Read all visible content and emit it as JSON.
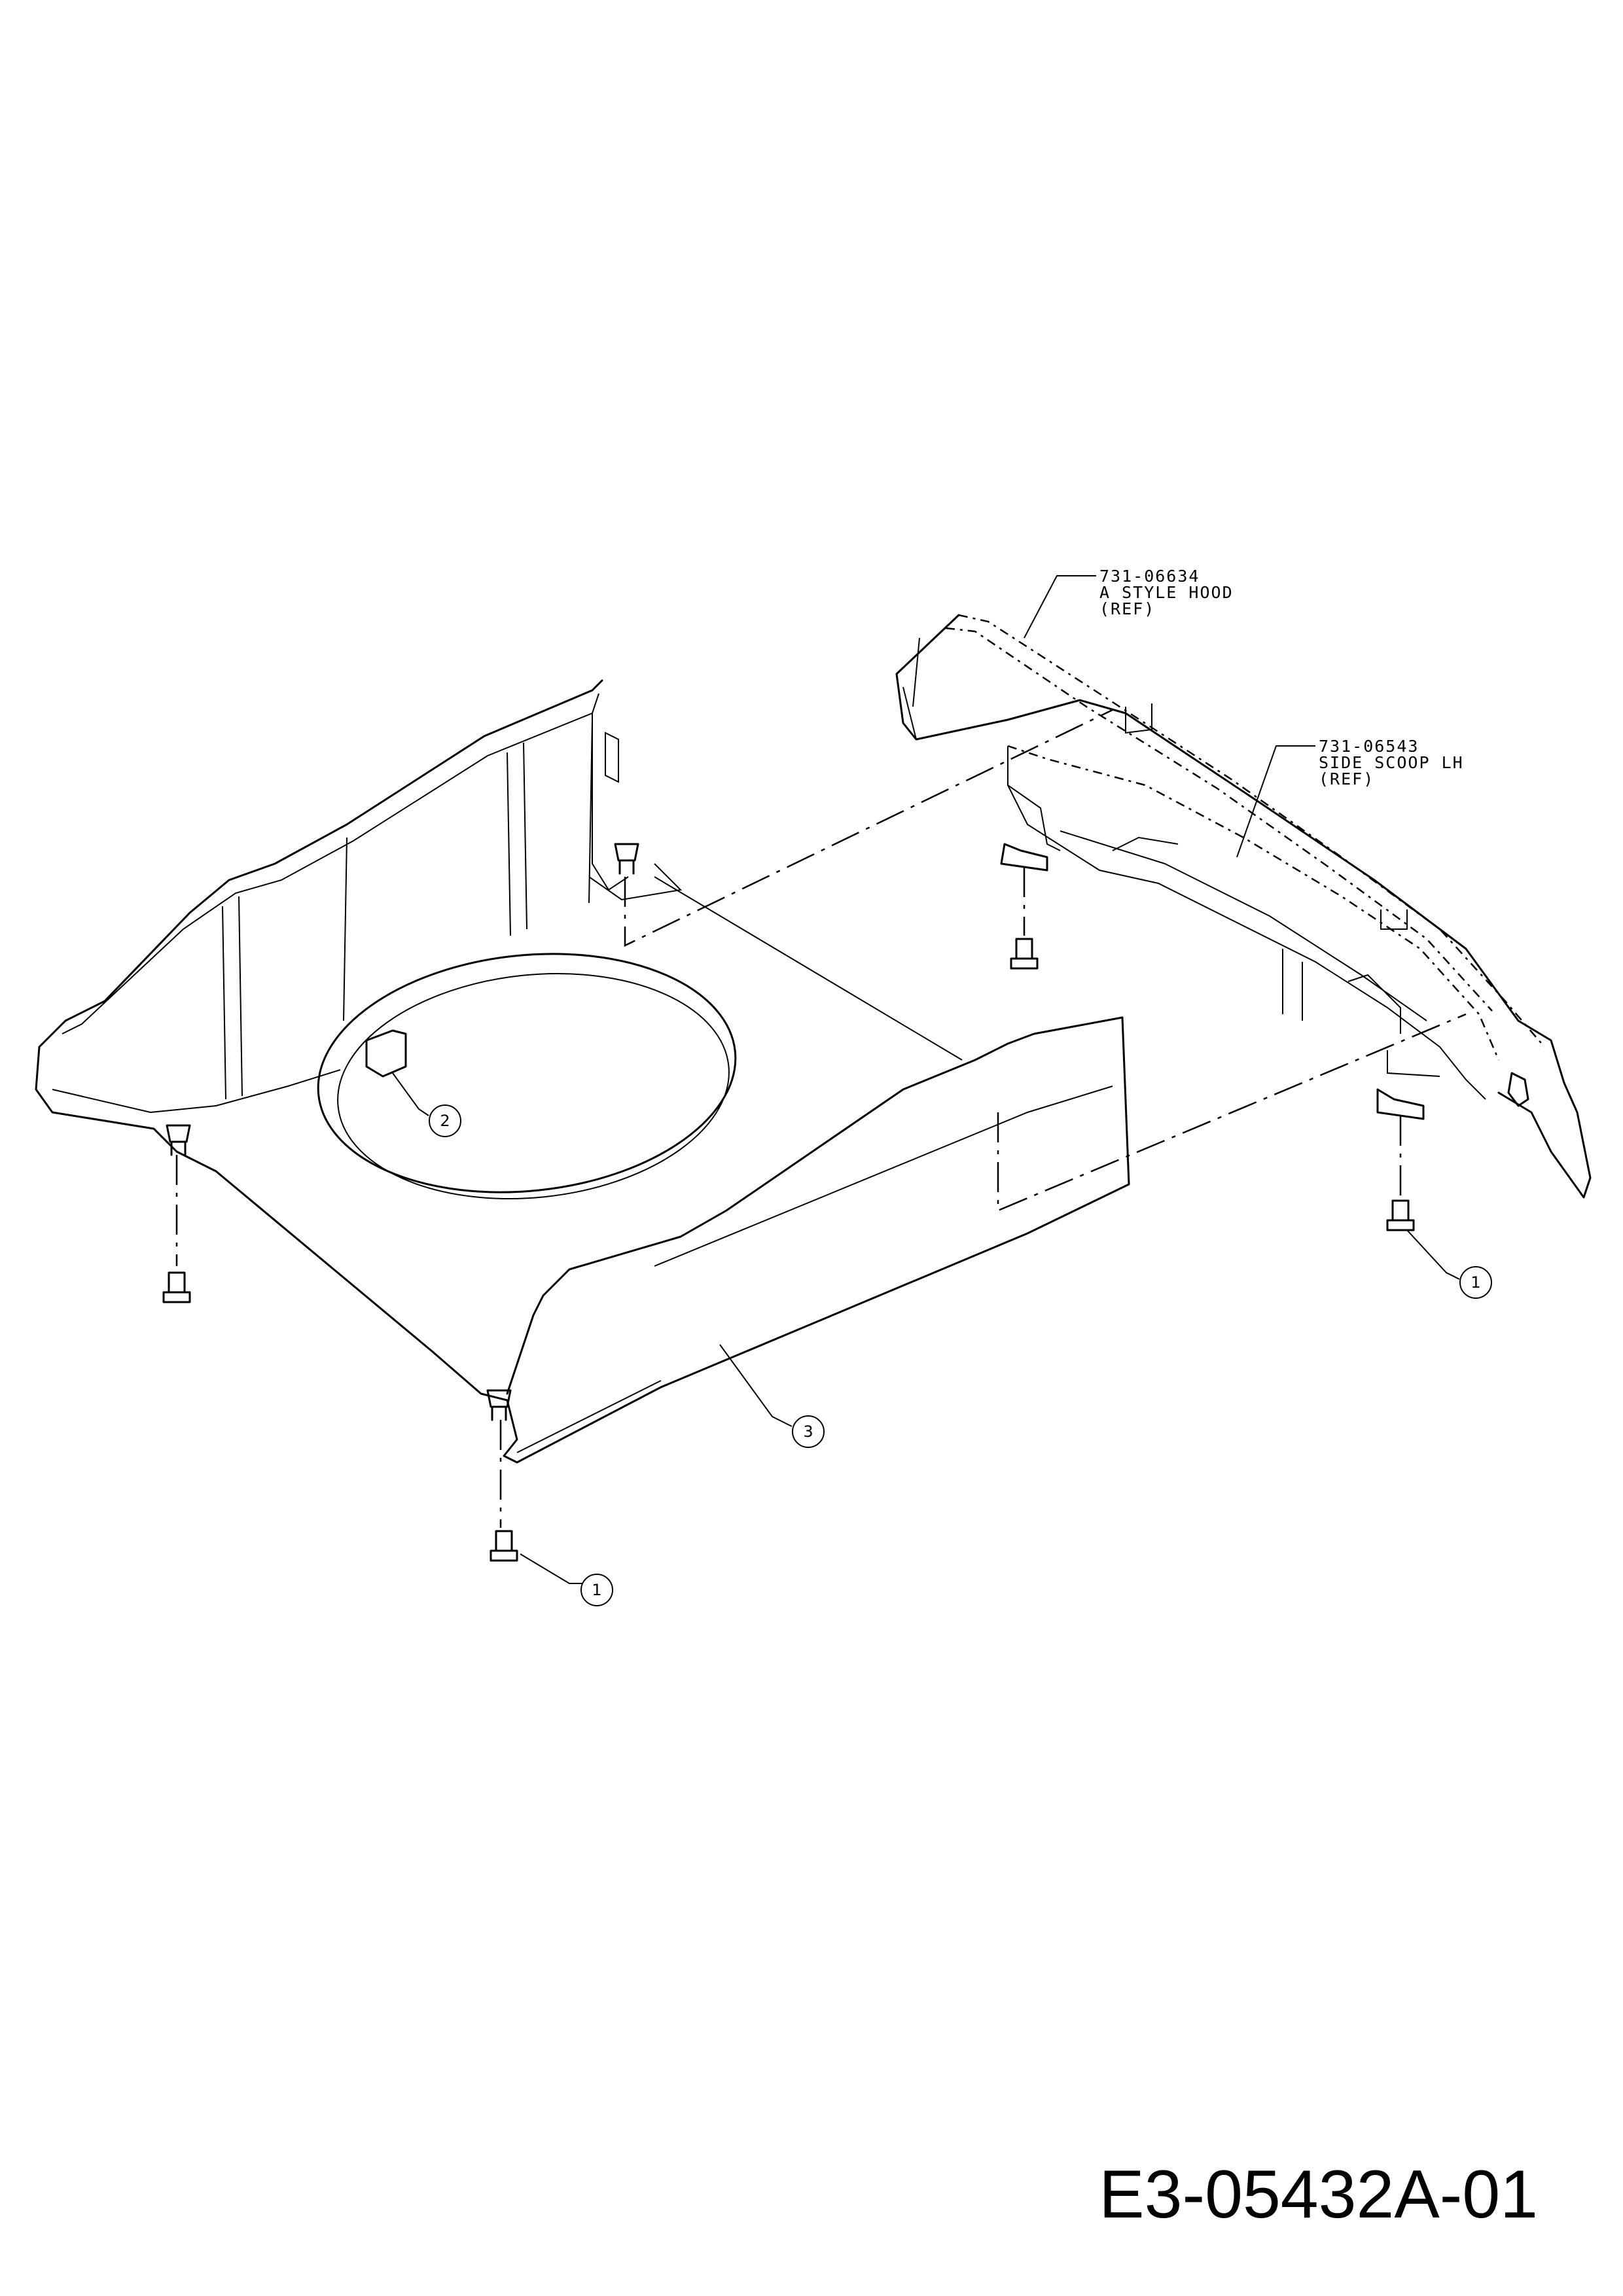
{
  "references": [
    {
      "part_number": "731-06634",
      "line2": "A STYLE HOOD",
      "line3": "(REF)"
    },
    {
      "part_number": "731-06543",
      "line2": "SIDE SCOOP LH",
      "line3": "(REF)"
    }
  ],
  "callouts": [
    {
      "number": "1"
    },
    {
      "number": "1"
    },
    {
      "number": "2"
    },
    {
      "number": "3"
    }
  ],
  "drawing_id": "E3-05432A-01"
}
